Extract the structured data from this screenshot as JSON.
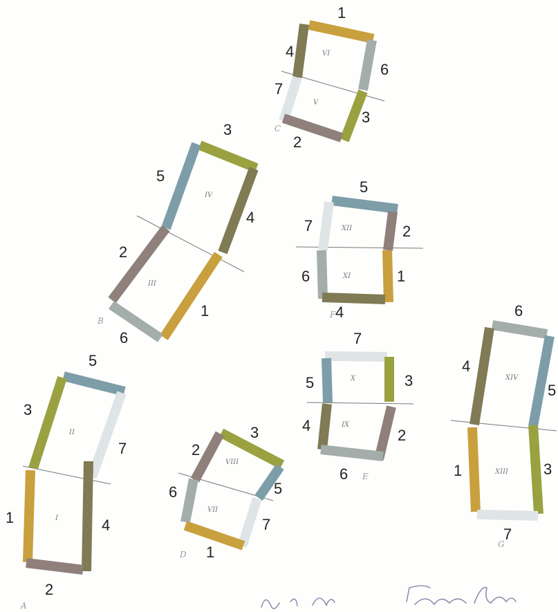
{
  "colors": {
    "1": "#c9a03e",
    "2": "#8f807c",
    "3": "#9aa140",
    "4": "#807a55",
    "5": "#7d9ea8",
    "6": "#a3adaa",
    "7": "#dfe5e6"
  },
  "figures": [
    {
      "id": "top",
      "letter": "C",
      "romans": [
        "VI",
        "V"
      ],
      "bars": [
        {
          "n": "1",
          "label": "1"
        },
        {
          "n": "4",
          "label": "4"
        },
        {
          "n": "6",
          "label": "6"
        },
        {
          "n": "7",
          "label": "7"
        },
        {
          "n": "3",
          "label": "3"
        },
        {
          "n": "2",
          "label": "2"
        }
      ]
    },
    {
      "id": "b",
      "letter": "B",
      "romans": [
        "IV",
        "III"
      ],
      "bars": [
        {
          "n": "3",
          "label": "3"
        },
        {
          "n": "5",
          "label": "5"
        },
        {
          "n": "4",
          "label": "4"
        },
        {
          "n": "2",
          "label": "2"
        },
        {
          "n": "1",
          "label": "1"
        },
        {
          "n": "6",
          "label": "6"
        }
      ]
    },
    {
      "id": "f",
      "letter": "F",
      "romans": [
        "XII",
        "XI"
      ],
      "bars": [
        {
          "n": "5",
          "label": "5"
        },
        {
          "n": "7",
          "label": "7"
        },
        {
          "n": "2",
          "label": "2"
        },
        {
          "n": "6",
          "label": "6"
        },
        {
          "n": "1",
          "label": "1"
        },
        {
          "n": "4",
          "label": "4"
        }
      ]
    },
    {
      "id": "a",
      "letter": "A",
      "romans": [
        "II",
        "I"
      ],
      "bars": [
        {
          "n": "5",
          "label": "5"
        },
        {
          "n": "3",
          "label": "3"
        },
        {
          "n": "7",
          "label": "7"
        },
        {
          "n": "1",
          "label": "1"
        },
        {
          "n": "4",
          "label": "4"
        },
        {
          "n": "2",
          "label": "2"
        }
      ]
    },
    {
      "id": "d",
      "letter": "D",
      "romans": [
        "VIII",
        "VII"
      ],
      "bars": [
        {
          "n": "3",
          "label": "3"
        },
        {
          "n": "2",
          "label": "2"
        },
        {
          "n": "6",
          "label": "6"
        },
        {
          "n": "5",
          "label": "5"
        },
        {
          "n": "7",
          "label": "7"
        },
        {
          "n": "1",
          "label": "1"
        }
      ]
    },
    {
      "id": "e",
      "letter": "E",
      "romans": [
        "X",
        "IX"
      ],
      "bars": [
        {
          "n": "7",
          "label": "7"
        },
        {
          "n": "5",
          "label": "5"
        },
        {
          "n": "3",
          "label": "3"
        },
        {
          "n": "4",
          "label": "4"
        },
        {
          "n": "2",
          "label": "2"
        },
        {
          "n": "6",
          "label": "6"
        }
      ]
    },
    {
      "id": "g",
      "letter": "G",
      "romans": [
        "XIV",
        "XIII"
      ],
      "bars": [
        {
          "n": "6",
          "label": "6"
        },
        {
          "n": "4",
          "label": "4"
        },
        {
          "n": "5",
          "label": "5"
        },
        {
          "n": "1",
          "label": "1"
        },
        {
          "n": "3",
          "label": "3"
        },
        {
          "n": "7",
          "label": "7"
        }
      ]
    }
  ],
  "signature": "Piece 1 2 Daniel Buren"
}
